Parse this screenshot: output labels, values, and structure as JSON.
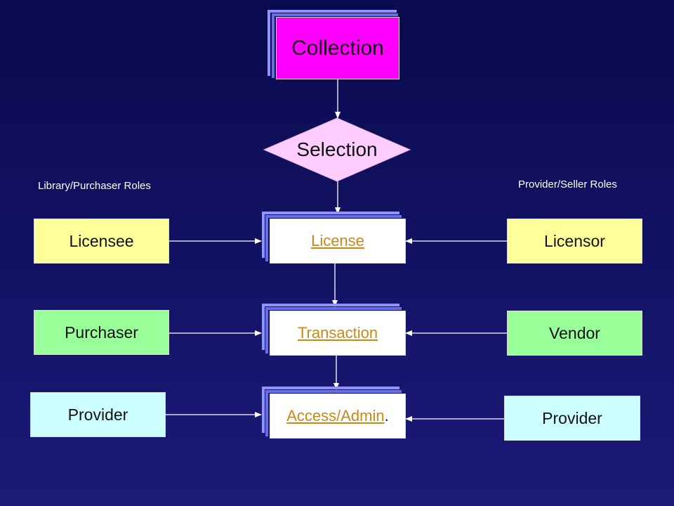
{
  "collection": {
    "label": "Collection"
  },
  "selection": {
    "label": "Selection"
  },
  "roles": {
    "left_heading": "Library/Purchaser Roles",
    "right_heading": "Provider/Seller Roles"
  },
  "center": {
    "license": "License",
    "transaction": "Transaction",
    "access_admin": "Access/Admin",
    "access_admin_suffix": "."
  },
  "left": {
    "licensee": "Licensee",
    "purchaser": "Purchaser",
    "provider": "Provider"
  },
  "right": {
    "licensor": "Licensor",
    "vendor": "Vendor",
    "provider": "Provider"
  },
  "colors": {
    "background": "#0a0a4e",
    "collection": "#ff00ff",
    "selection": "#ffccff",
    "license_row": "#ffff99",
    "transaction_row": "#99ff99",
    "provider_row": "#ccffff",
    "link": "#c78a17"
  }
}
